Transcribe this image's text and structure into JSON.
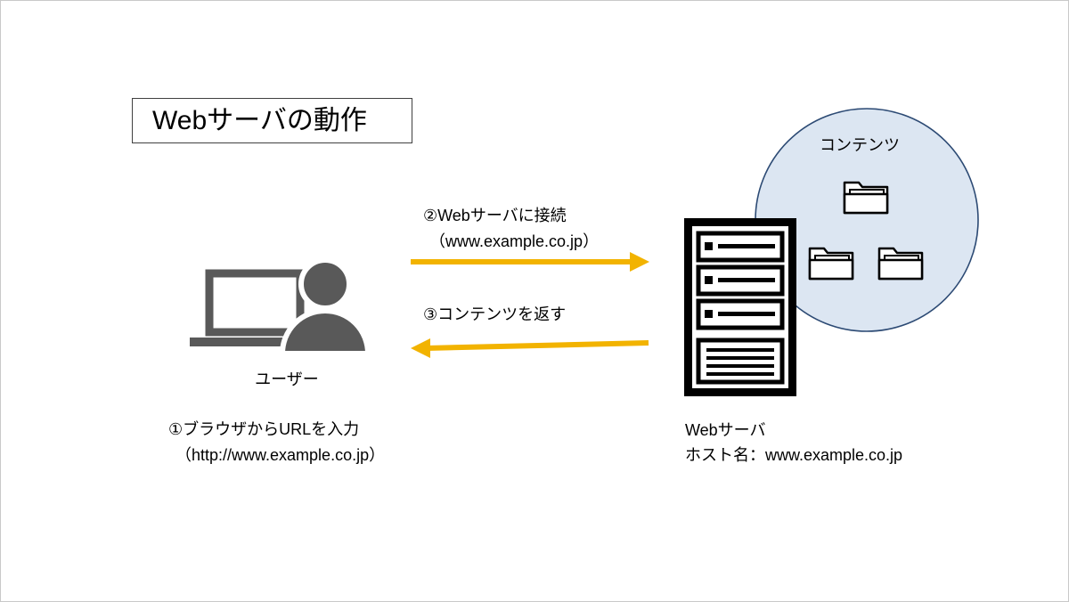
{
  "slide": {
    "title": "Webサーバの動作"
  },
  "user": {
    "label": "ユーザー",
    "step1_line1": "①ブラウザからURLを入力",
    "step1_line2": "（http://www.example.co.jp）"
  },
  "request": {
    "line1": "②Webサーバに接続",
    "line2": "（www.example.co.jp）"
  },
  "response": {
    "label": "③コンテンツを返す"
  },
  "server": {
    "name": "Webサーバ",
    "host": "ホスト名：www.example.co.jp"
  },
  "contents": {
    "label": "コンテンツ"
  },
  "icons": {
    "user": "user-icon",
    "laptop": "laptop-icon",
    "server": "server-icon",
    "folder": "folder-icon",
    "request_arrow": "arrow-right-icon",
    "response_arrow": "arrow-left-icon"
  },
  "colors": {
    "arrow": "#f2b300",
    "contents_fill": "#dce6f2",
    "contents_stroke": "#2c4a74",
    "icon": "#595959",
    "server": "#000000"
  }
}
